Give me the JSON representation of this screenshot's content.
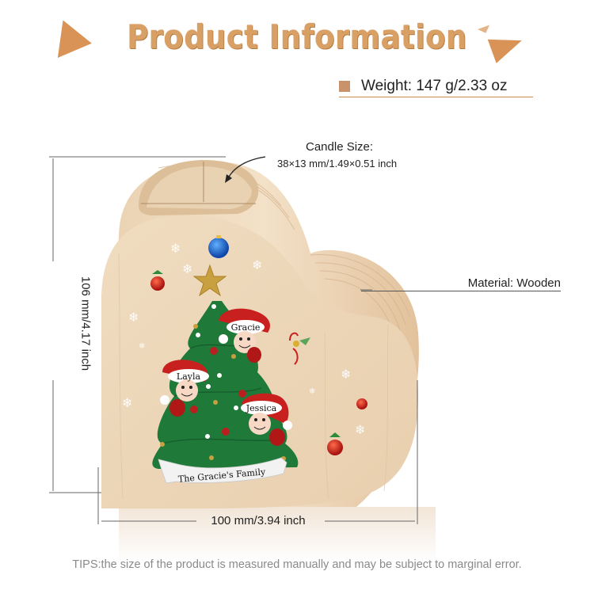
{
  "header": {
    "title": "Product Information",
    "weight_label": "Weight: 147 g/2.33 oz"
  },
  "callouts": {
    "candle_title": "Candle Size:",
    "candle_size": "38×13 mm/1.49×0.51 inch",
    "material": "Material: Wooden",
    "height": "106 mm/4.17 inch",
    "width": "100 mm/3.94 inch"
  },
  "product": {
    "banner_text": "The Gracie's Family",
    "names": [
      "Gracie",
      "Layla",
      "Jessica"
    ]
  },
  "footer": {
    "tips": "TIPS:the size of the product is measured manually and may be subject to marginal error."
  },
  "colors": {
    "accent": "#d99356",
    "title": "#d9a066",
    "wood_light": "#f1dcc0",
    "wood_mid": "#e6c9a5",
    "tree_green": "#1f7a3a",
    "ornament_red": "#c8201e",
    "ornament_blue": "#1f6fd0"
  }
}
